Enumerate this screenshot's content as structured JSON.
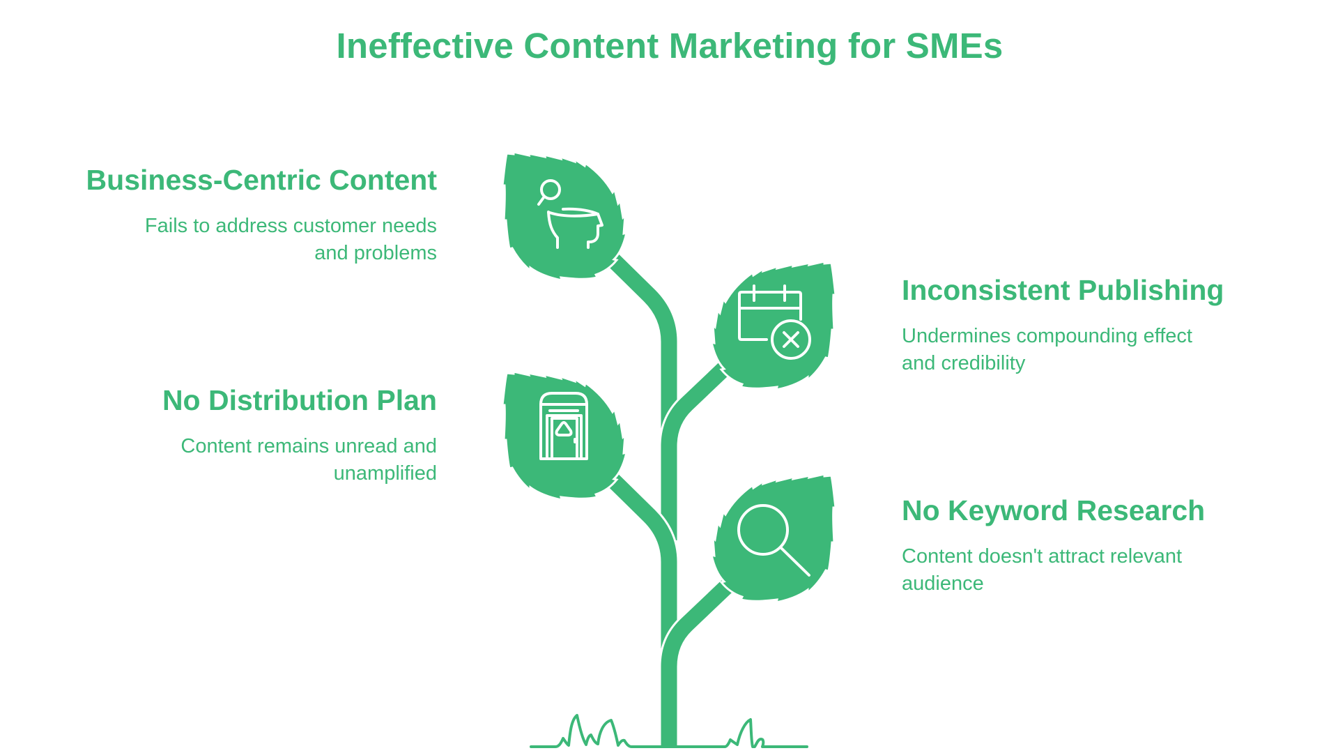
{
  "title": "Ineffective Content Marketing for SMEs",
  "colors": {
    "accent": "#3cb878",
    "background": "#ffffff",
    "icon_stroke": "#ffffff"
  },
  "items": [
    {
      "side": "left",
      "heading": "Business-Centric Content",
      "description_lines": [
        "Fails to address customer needs",
        "and problems"
      ],
      "icon": "head-search-icon"
    },
    {
      "side": "right",
      "heading": "Inconsistent Publishing",
      "description_lines": [
        "Undermines compounding effect",
        "and credibility"
      ],
      "icon": "calendar-cancel-icon"
    },
    {
      "side": "left",
      "heading": "No Distribution Plan",
      "description_lines": [
        "Content remains unread and",
        "unamplified"
      ],
      "icon": "door-booth-icon"
    },
    {
      "side": "right",
      "heading": "No Keyword Research",
      "description_lines": [
        "Content doesn't attract relevant",
        "audience"
      ],
      "icon": "magnifier-icon"
    }
  ]
}
